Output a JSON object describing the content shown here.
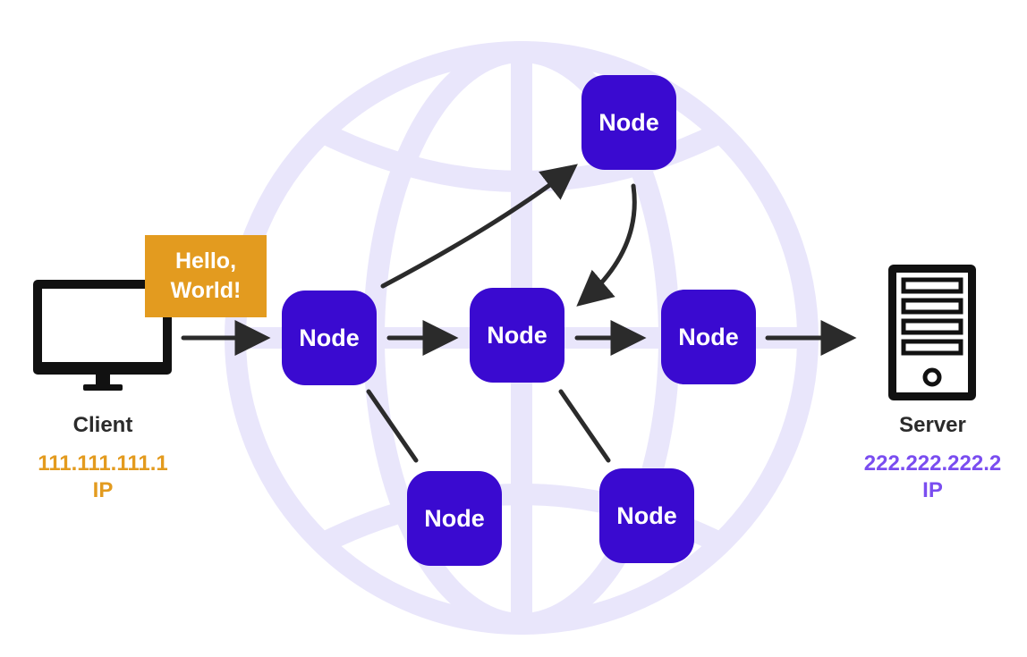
{
  "colors": {
    "node_fill": "#3a0ad0",
    "globe": "#e9e6fb",
    "message_box": "#e39b1f",
    "client_ip": "#e39b1f",
    "server_ip": "#7a4df0",
    "arrow": "#2b2b2b"
  },
  "message": {
    "text": "Hello,\nWorld!"
  },
  "client": {
    "name": "Client",
    "ip": "111.111.111.1",
    "ip_label": "IP",
    "icon": "monitor-icon"
  },
  "server": {
    "name": "Server",
    "ip": "222.222.222.2",
    "ip_label": "IP",
    "icon": "server-tower-icon"
  },
  "nodes": [
    {
      "id": "node-top",
      "label": "Node"
    },
    {
      "id": "node-left",
      "label": "Node"
    },
    {
      "id": "node-center",
      "label": "Node"
    },
    {
      "id": "node-right",
      "label": "Node"
    },
    {
      "id": "node-bottom-left",
      "label": "Node"
    },
    {
      "id": "node-bottom-right",
      "label": "Node"
    }
  ],
  "connections": [
    {
      "from": "client",
      "to": "node-left",
      "arrow": true
    },
    {
      "from": "node-left",
      "to": "node-center",
      "arrow": true
    },
    {
      "from": "node-left",
      "to": "node-top",
      "arrow": true
    },
    {
      "from": "node-top",
      "to": "node-center",
      "arrow": true
    },
    {
      "from": "node-center",
      "to": "node-right",
      "arrow": true
    },
    {
      "from": "node-right",
      "to": "server",
      "arrow": true
    },
    {
      "from": "node-left",
      "to": "node-bottom-left",
      "arrow": false
    },
    {
      "from": "node-center",
      "to": "node-bottom-right",
      "arrow": false
    }
  ]
}
